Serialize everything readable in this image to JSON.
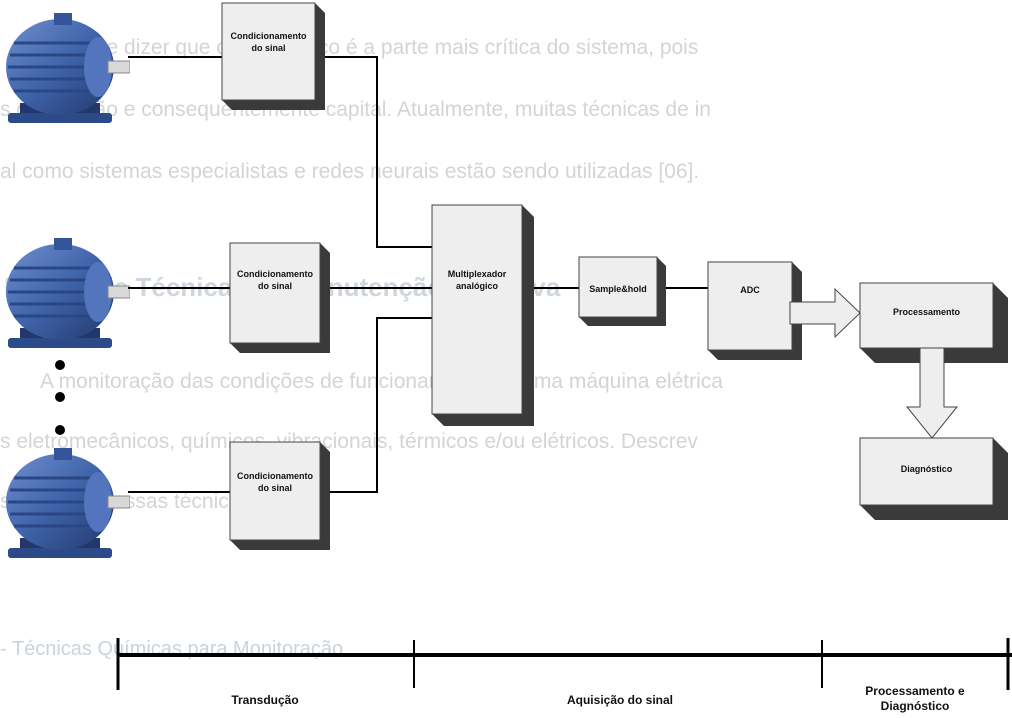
{
  "background_text": {
    "line1": "Pode-se dizer que o diagnóstico é a parte mais crítica do sistema, pois",
    "line2": "s de decisão e consequentemente capital. Atualmente, muitas técnicas de in",
    "line3": "al como sistemas especialistas e redes neurais estão sendo utilizadas [06].",
    "heading": "Principais Técnicas de Manutenção Preditiva",
    "para1": "A monitoração das condições de funcionamento de uma máquina elétrica",
    "para2": "s eletromecânicos, químicos, vibracionais, térmicos e/ou elétricos. Descrev",
    "para3": "s algumas dessas técnicas.",
    "subheading": "- Técnicas Químicas para Monitoração"
  },
  "blocks": {
    "cond1": [
      "Condicionamento",
      "do sinal"
    ],
    "cond2": [
      "Condicionamento",
      "do sinal"
    ],
    "cond3": [
      "Condicionamento",
      "do sinal"
    ],
    "mux": [
      "Multiplexador",
      "analógico"
    ],
    "sample_hold": "Sample&hold",
    "adc": "ADC",
    "processing": "Processamento",
    "diagnosis": "Diagnóstico"
  },
  "stages": {
    "transduction": "Transdução",
    "acquisition": "Aquisição do sinal",
    "processing_line1": "Processamento e",
    "processing_line2": "Diagnóstico"
  },
  "colors": {
    "motor": "#3f63a9",
    "block_front": "#eeeeee",
    "block_shadow": "#3a3a3a",
    "line": "#000000"
  },
  "icons": [
    "motor-icon",
    "vertical-ellipsis",
    "block-arrow"
  ]
}
